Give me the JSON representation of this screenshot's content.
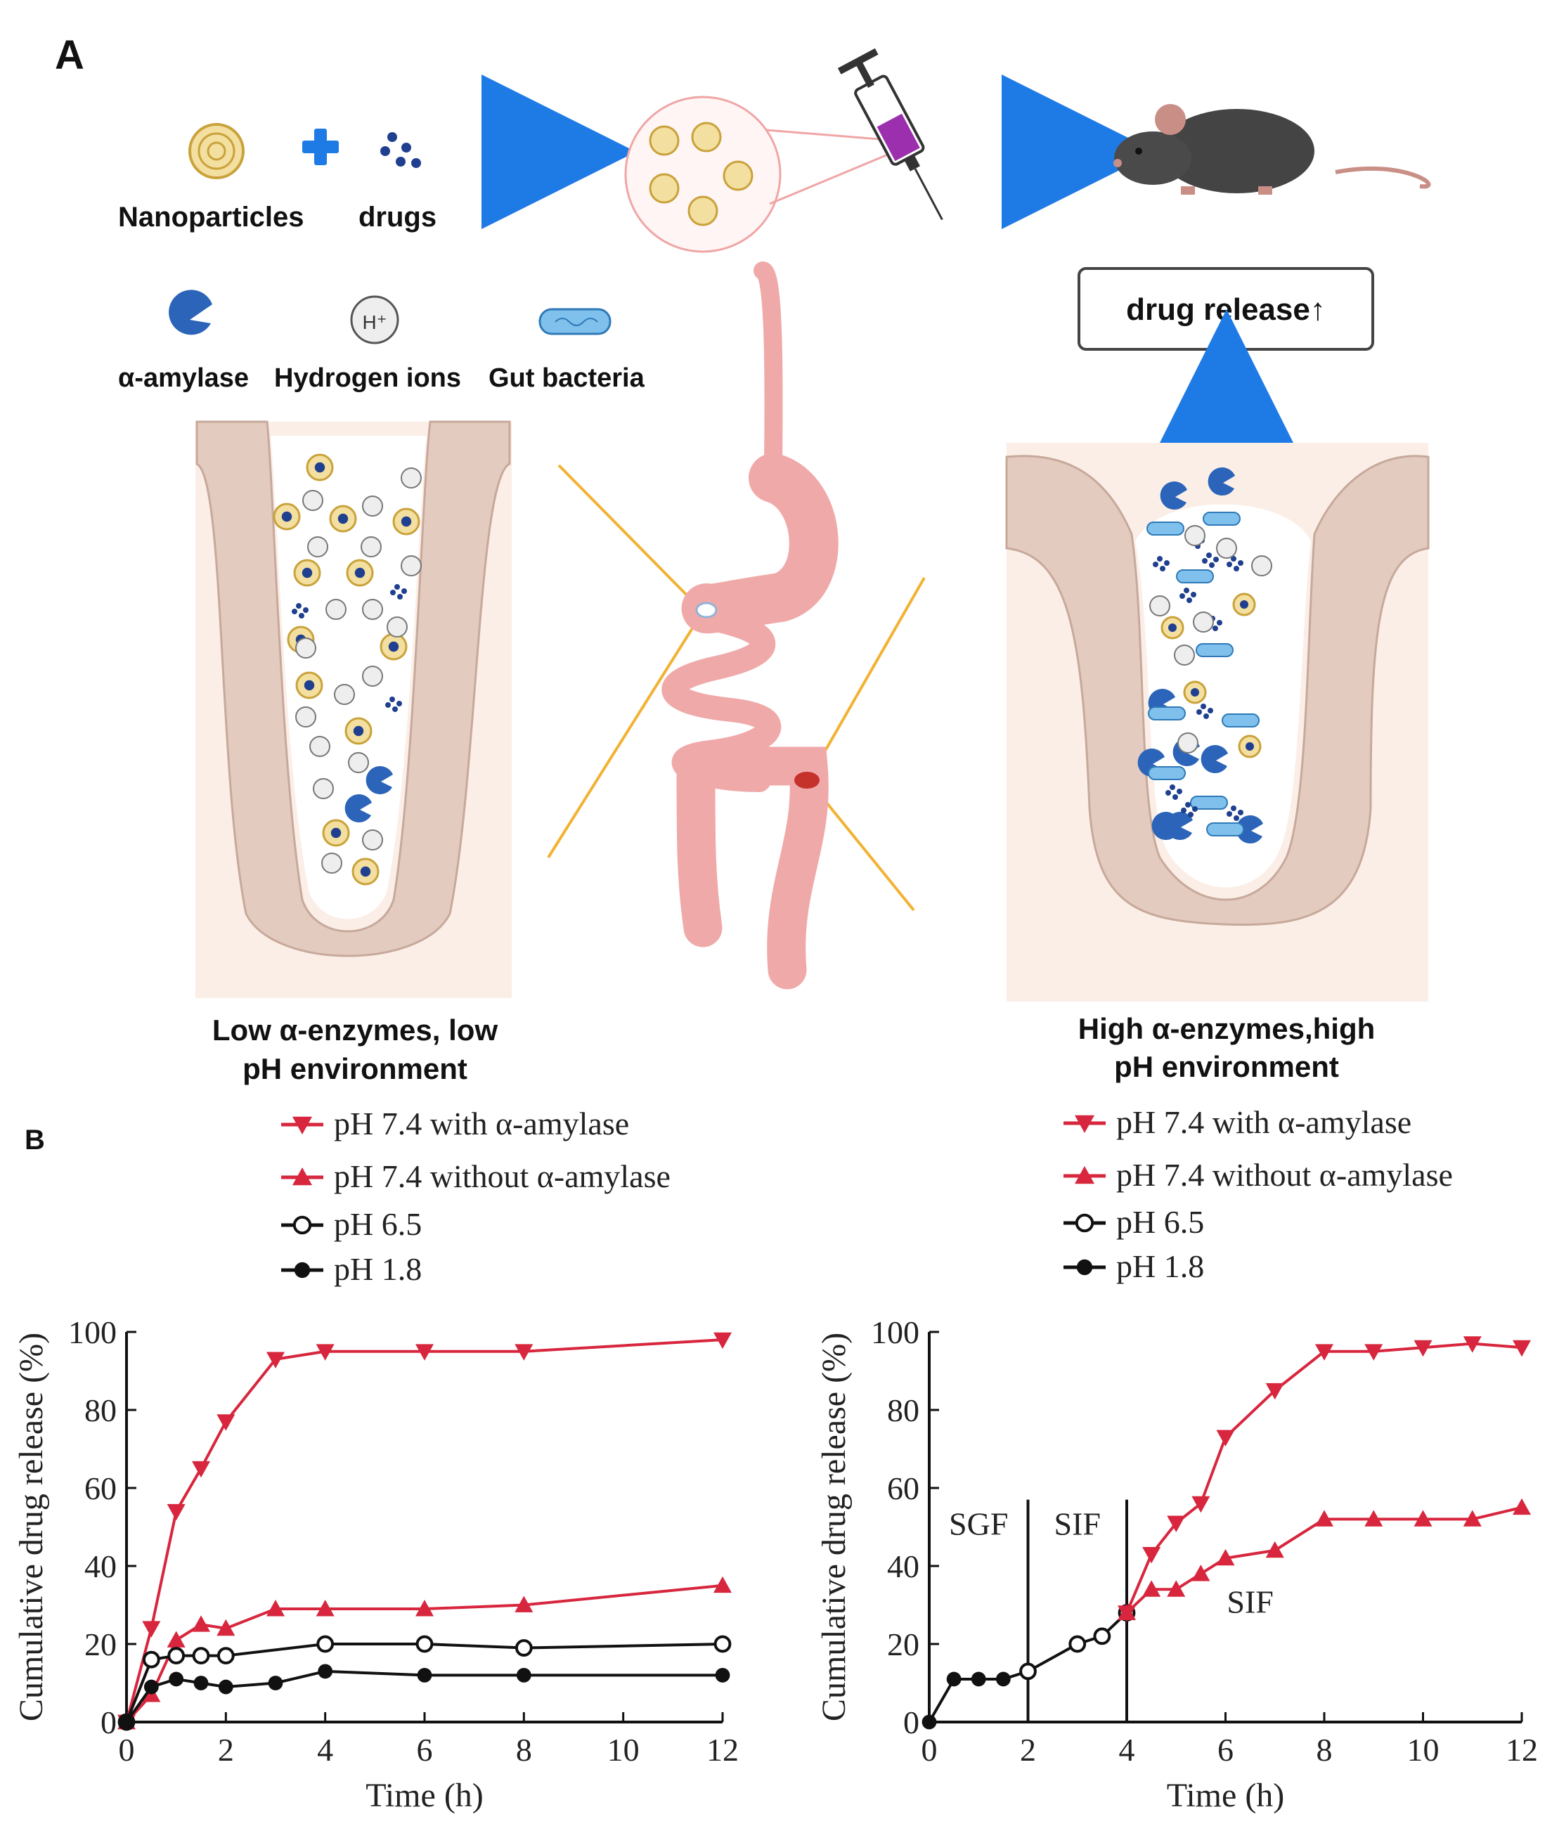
{
  "panel_a": {
    "label": "A",
    "legend_top": {
      "nanoparticles": "Nanoparticles",
      "drugs": "drugs"
    },
    "legend_agents": {
      "amylase": "α-amylase",
      "hydrogen": "Hydrogen ions",
      "hydrogen_symbol": "H⁺",
      "bacteria": "Gut bacteria"
    },
    "release_box": "drug release↑",
    "left_caption": [
      "Low α-enzymes, low",
      "pH environment"
    ],
    "right_caption": [
      "High α-enzymes,high",
      "pH environment"
    ],
    "icons": [
      "nanoparticle-icon",
      "plus-icon",
      "drugs-icon",
      "arrow-icon",
      "syringe-icon",
      "mouse-icon",
      "amylase-icon",
      "hydrogen-ion-icon",
      "bacteria-icon",
      "intestine-icon",
      "gut-tract-icon"
    ],
    "colors": {
      "arrow": "#1e7be6",
      "amylase": "#2b64b8",
      "nanoparticle": "#d9b44a",
      "tissue": "#e8d8d0",
      "gut": "#f0a9a9",
      "guide_line": "#f2b233"
    }
  },
  "panel_b": {
    "label": "B",
    "legend": [
      "pH 7.4 with α-amylase",
      "pH 7.4 without α-amylase",
      "pH 6.5",
      "pH 1.8"
    ]
  },
  "chart_data": [
    {
      "type": "line",
      "xlabel": "Time (h)",
      "ylabel": "Cumulative drug release (%)",
      "xlim": [
        0,
        12
      ],
      "ylim": [
        0,
        100
      ],
      "xticks": [
        0,
        2,
        4,
        6,
        8,
        10,
        12
      ],
      "yticks": [
        0,
        20,
        40,
        60,
        80,
        100
      ],
      "series": [
        {
          "name": "pH 7.4 with α-amylase",
          "color": "#d7263d",
          "marker": "triangle-down",
          "x": [
            0,
            0.5,
            1,
            1.5,
            2,
            3,
            4,
            6,
            8,
            12
          ],
          "y": [
            0,
            24,
            54,
            65,
            77,
            93,
            95,
            95,
            95,
            98
          ]
        },
        {
          "name": "pH 7.4 without α-amylase",
          "color": "#d7263d",
          "marker": "triangle-up",
          "x": [
            0,
            0.5,
            1,
            1.5,
            2,
            3,
            4,
            6,
            8,
            12
          ],
          "y": [
            0,
            7,
            21,
            25,
            24,
            29,
            29,
            29,
            30,
            35
          ]
        },
        {
          "name": "pH 6.5",
          "color": "#111111",
          "marker": "circle-open",
          "x": [
            0,
            0.5,
            1,
            1.5,
            2,
            4,
            6,
            8,
            12
          ],
          "y": [
            0,
            16,
            17,
            17,
            17,
            20,
            20,
            19,
            20
          ]
        },
        {
          "name": "pH 1.8",
          "color": "#111111",
          "marker": "circle-filled",
          "x": [
            0,
            0.5,
            1,
            1.5,
            2,
            3,
            4,
            6,
            8,
            12
          ],
          "y": [
            0,
            9,
            11,
            10,
            9,
            10,
            13,
            12,
            12,
            12
          ]
        }
      ]
    },
    {
      "type": "line",
      "xlabel": "Time (h)",
      "ylabel": "Cumulative drug release (%)",
      "xlim": [
        0,
        12
      ],
      "ylim": [
        0,
        100
      ],
      "xticks": [
        0,
        2,
        4,
        6,
        8,
        10,
        12
      ],
      "yticks": [
        0,
        20,
        40,
        60,
        80,
        100
      ],
      "vlines": [
        2,
        4
      ],
      "annotations": [
        {
          "text": "SGF",
          "x": 1,
          "y": 48
        },
        {
          "text": "SIF",
          "x": 3,
          "y": 48
        },
        {
          "text": "SIF",
          "x": 6.5,
          "y": 28
        }
      ],
      "series": [
        {
          "name": "pH 1.8",
          "color": "#111111",
          "marker": "circle-filled",
          "x": [
            0,
            0.5,
            1,
            1.5,
            2
          ],
          "y": [
            0,
            11,
            11,
            11,
            13
          ]
        },
        {
          "name": "pH 6.5",
          "color": "#111111",
          "marker": "circle-open",
          "x": [
            2,
            3,
            3.5,
            4
          ],
          "y": [
            13,
            20,
            22,
            28
          ]
        },
        {
          "name": "pH 7.4 with α-amylase",
          "color": "#d7263d",
          "marker": "triangle-down",
          "x": [
            4,
            4.5,
            5,
            5.5,
            6,
            7,
            8,
            9,
            10,
            11,
            12
          ],
          "y": [
            28,
            43,
            51,
            56,
            73,
            85,
            95,
            95,
            96,
            97,
            96
          ]
        },
        {
          "name": "pH 7.4 without α-amylase",
          "color": "#d7263d",
          "marker": "triangle-up",
          "x": [
            4,
            4.5,
            5,
            5.5,
            6,
            7,
            8,
            9,
            10,
            11,
            12
          ],
          "y": [
            28,
            34,
            34,
            38,
            42,
            44,
            52,
            52,
            52,
            52,
            55
          ]
        }
      ]
    }
  ]
}
